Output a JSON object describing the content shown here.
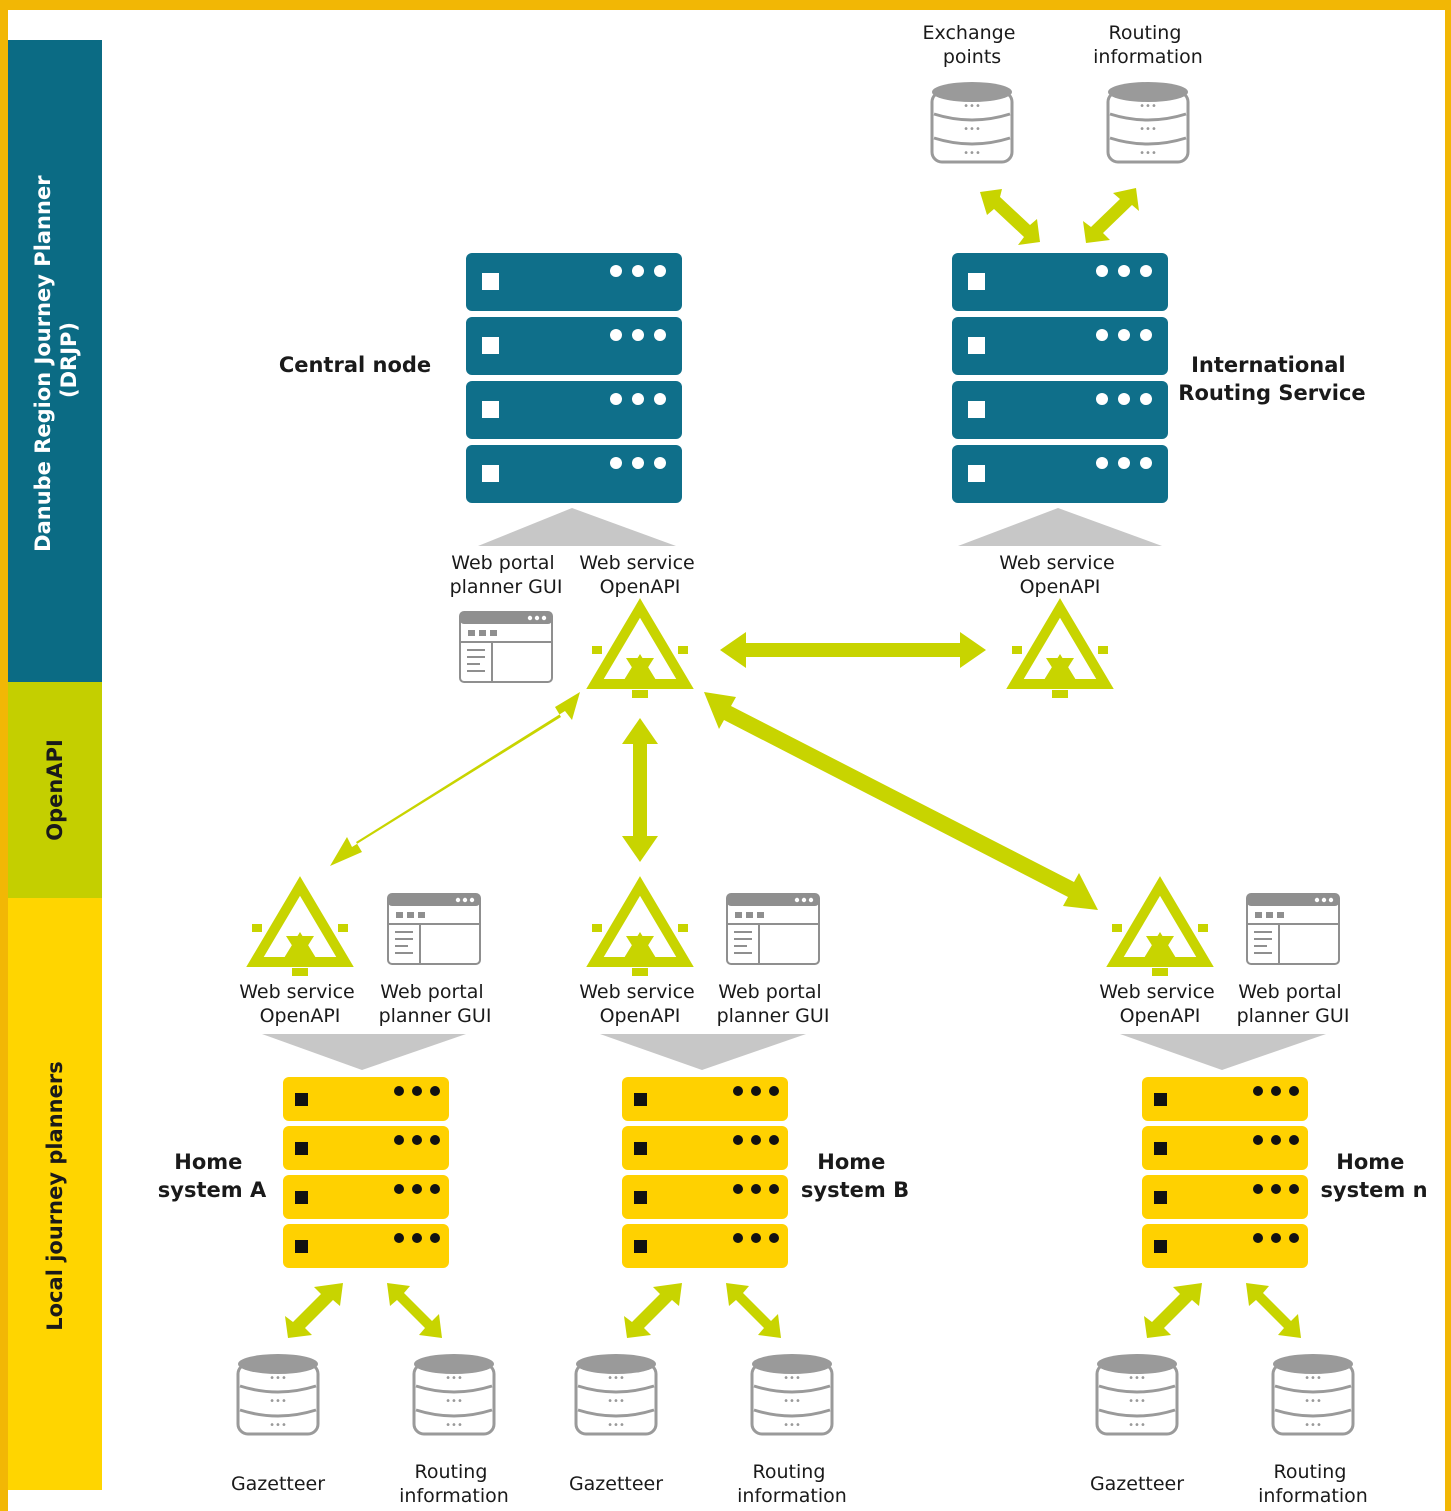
{
  "colors": {
    "frame_yellow": "#f2b705",
    "panel_white": "#ffffff",
    "drjp_band": "#0b6b84",
    "openapi_band": "#c4cf00",
    "local_band": "#ffd500",
    "server_teal": "#0f6f8a",
    "server_yellow": "#ffd100",
    "arrow_green": "#c8d400",
    "connector_grey": "#c7c7c7",
    "database_grey": "#9a9a9a",
    "text_dark": "#1a1a1a"
  },
  "bands": {
    "drjp": "Danube Region Journey Planner\n(DRJP)",
    "openapi": "OpenAPI",
    "local": "Local journey planners"
  },
  "central": {
    "label": "Central node",
    "web_portal": "Web portal\nplanner GUI",
    "web_service": "Web service\nOpenAPI",
    "icons": [
      "server-icon",
      "browser-window-icon",
      "web-service-triangle-icon"
    ]
  },
  "routing_service": {
    "label": "International\nRouting Service",
    "web_service": "Web service\nOpenAPI",
    "databases": [
      "Exchange\npoints",
      "Routing\ninformation"
    ],
    "icons": [
      "server-icon",
      "database-icon",
      "web-service-triangle-icon"
    ]
  },
  "home_systems": [
    {
      "label": "Home\nsystem A",
      "web_service": "Web service\nOpenAPI",
      "web_portal": "Web portal\nplanner GUI",
      "databases": [
        "Gazetteer",
        "Routing\ninformation"
      ]
    },
    {
      "label": "Home\nsystem B",
      "web_service": "Web service\nOpenAPI",
      "web_portal": "Web portal\nplanner GUI",
      "databases": [
        "Gazetteer",
        "Routing\ninformation"
      ]
    },
    {
      "label": "Home\nsystem n",
      "web_service": "Web service\nOpenAPI",
      "web_portal": "Web portal\nplanner GUI",
      "databases": [
        "Gazetteer",
        "Routing\ninformation"
      ]
    }
  ]
}
